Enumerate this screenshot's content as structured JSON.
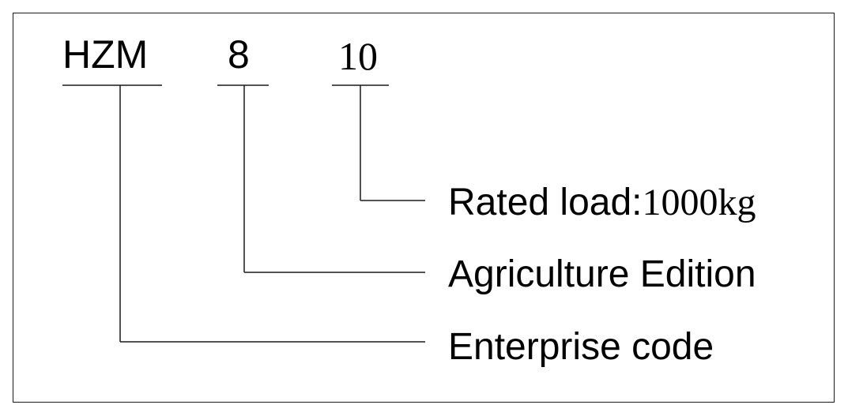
{
  "codes": {
    "enterprise": "HZM",
    "edition": "8",
    "load": "10"
  },
  "labels": {
    "rated_load_prefix": "Rated load:",
    "rated_load_value": "1000kg",
    "edition": "Agriculture Edition",
    "enterprise": "Enterprise code"
  }
}
